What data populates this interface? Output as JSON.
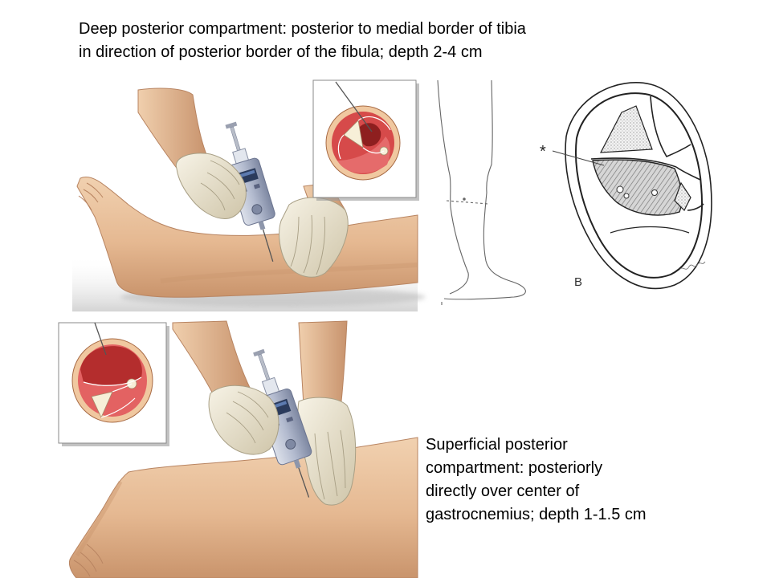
{
  "slide": {
    "top_caption": {
      "line1": "Deep posterior compartment: posterior to medial border of tibia",
      "line2": "in direction of posterior border of the fibula; depth 2-4 cm"
    },
    "bottom_caption": {
      "line1": "Superficial posterior",
      "line2": "compartment: posteriorly",
      "line3": "directly over center of",
      "line4": "gastrocnemius; depth 1-1.5 cm"
    },
    "figure_labels": {
      "asterisk": "*",
      "panel_b": "B"
    }
  },
  "colors": {
    "background": "#ffffff",
    "text": "#000000",
    "skin": "#e8bf99",
    "glove": "#ece6d2",
    "device": "#a9b1c5",
    "muscle": "#c83a3a",
    "bone": "#f6eedb",
    "line_drawing": "#555555"
  }
}
